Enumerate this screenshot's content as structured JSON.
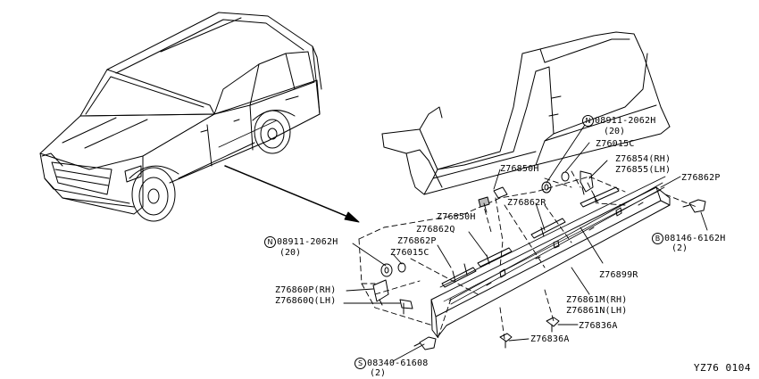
{
  "diagram_code": "YZ76 0104",
  "badges": {
    "n": "N",
    "b": "B",
    "s": "S"
  },
  "labels": {
    "n_bolt_top": "08911-2062H",
    "n_bolt_top_qty": "(20)",
    "clip_top": "Z76015C",
    "seal_rh": "Z76854(RH)",
    "seal_lh": "Z76855(LH)",
    "retainer_top": "Z76850H",
    "bracket_top_right": "Z76862P",
    "retainer_mid": "Z76850H",
    "bracket_mid": "Z76862R",
    "bracket_q": "Z76862Q",
    "bracket_p_left": "Z76862P",
    "n_bolt_left": "08911-2062H",
    "n_bolt_left_qty": "(20)",
    "clip_left": "Z76015C",
    "b_bolt": "08146-6162H",
    "b_bolt_qty": "(2)",
    "sill_r": "Z76899R",
    "mould_rh": "Z76861M(RH)",
    "mould_lh": "Z76861N(LH)",
    "bracket_p_rh": "Z76860P(RH)",
    "bracket_q_lh": "Z76860Q(LH)",
    "clip_a_upper": "Z76836A",
    "clip_a_lower": "Z76836A",
    "s_screw": "08340-61608",
    "s_screw_qty": "(2)"
  }
}
